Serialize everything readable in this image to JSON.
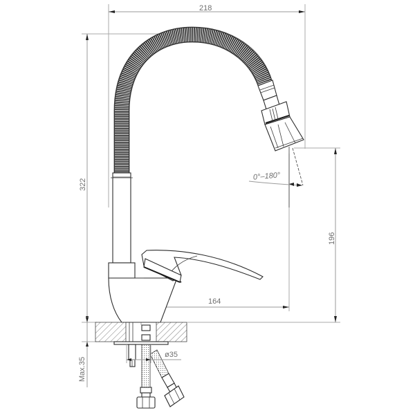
{
  "drawing": {
    "subject": "single-lever kitchen faucet with flexible spout",
    "line_color": "#2a2a2a",
    "dimension_color": "#9a9a9a",
    "label_color": "#6f6f6f",
    "background": "#ffffff"
  },
  "dimensions": {
    "overall_width": "218",
    "overall_height": "322",
    "spout_outlet_height": "196",
    "spout_reach": "164",
    "swivel_angle": "0°–180°",
    "max_deck_thickness": "Max.35",
    "mounting_hole_diameter": "ø35"
  },
  "components": [
    {
      "name": "flexible-corrugated-hose"
    },
    {
      "name": "spray-head"
    },
    {
      "name": "spout-tube"
    },
    {
      "name": "body-collar"
    },
    {
      "name": "lever-handle"
    },
    {
      "name": "faucet-body"
    },
    {
      "name": "deck-countertop"
    },
    {
      "name": "mounting-stud"
    },
    {
      "name": "braided-supply-hoses"
    }
  ]
}
